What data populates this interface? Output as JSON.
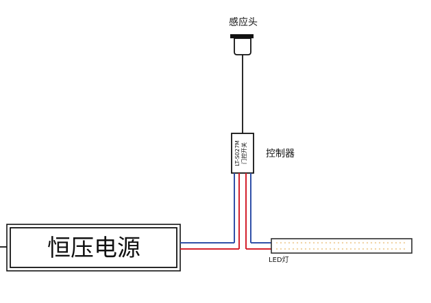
{
  "labels": {
    "sensor": "感应头",
    "controller": "控制器",
    "power_supply": "恒压电源",
    "led_light": "LED灯",
    "controller_model": "LT-S027M",
    "controller_function": "门控开关"
  },
  "colors": {
    "line_black": "#111111",
    "wire_red": "#d41f2b",
    "wire_blue": "#2f4fa7",
    "led_dot": "#f1d4a4",
    "led_frame": "#2c2c2c"
  }
}
